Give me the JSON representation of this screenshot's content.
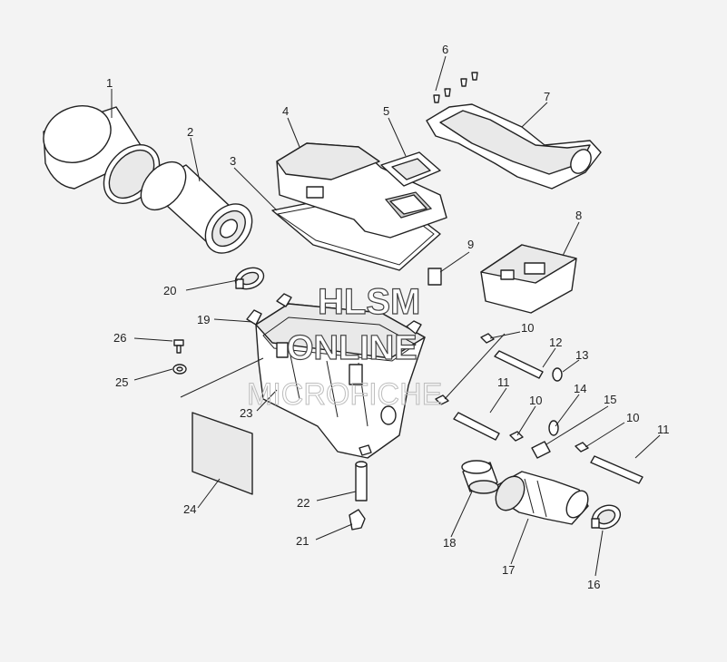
{
  "diagram": {
    "callouts": {
      "c1": "1",
      "c2": "2",
      "c3": "3",
      "c4": "4",
      "c5": "5",
      "c6": "6",
      "c7": "7",
      "c8": "8",
      "c9": "9",
      "c10a": "10",
      "c10b": "10",
      "c10c": "10",
      "c11a": "11",
      "c11b": "11",
      "c12": "12",
      "c13": "13",
      "c14": "14",
      "c15": "15",
      "c16": "16",
      "c17": "17",
      "c18": "18",
      "c19": "19",
      "c20": "20",
      "c21": "21",
      "c22": "22",
      "c23": "23",
      "c24": "24",
      "c25": "25",
      "c26": "26"
    },
    "watermark": {
      "line1": "HLSM",
      "line2": "ONLINE",
      "line3": "MICROFICHE"
    }
  }
}
